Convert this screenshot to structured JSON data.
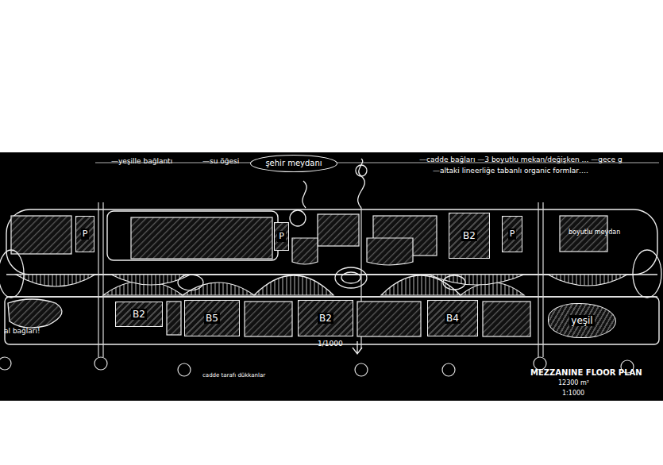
{
  "diagram": {
    "nodes": [
      {
        "text": [
          "şehir meydanı"
        ]
      },
      {
        "text": [
          "P"
        ]
      },
      {
        "text": [
          "P"
        ]
      },
      {
        "text": [
          "B2"
        ]
      },
      {
        "text": [
          "P"
        ]
      },
      {
        "text": [
          "B2"
        ]
      },
      {
        "text": [
          "B5"
        ]
      },
      {
        "text": [
          "B2"
        ]
      },
      {
        "text": [
          "B4"
        ]
      },
      {
        "text": [
          "yeşil"
        ]
      }
    ],
    "labels": [
      "—yeşille bağlantı",
      "—su öğesi",
      "—cadde bağları —3 boyutlu mekan/değişken … —gece g",
      "—altaki lineerliğe tabanlı organic formlar….",
      "al bağları!",
      "cadde tarafı dükkanlar",
      "1/1000",
      "MEZZANINE FLOOR PLAN",
      "12300 m²",
      "1:1000",
      "boyutlu meydan"
    ]
  }
}
